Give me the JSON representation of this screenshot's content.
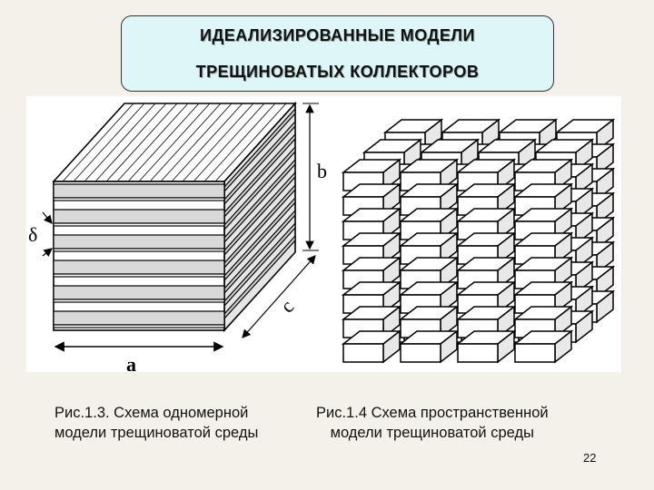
{
  "slide": {
    "title_line1": "ИДЕАЛИЗИРОВАННЫЕ МОДЕЛИ",
    "title_line2": "ТРЕЩИНОВАТЫХ КОЛЛЕКТОРОВ",
    "page_number": "22"
  },
  "figure_labels": {
    "delta": "δ",
    "a": "a",
    "b": "b",
    "c": "c"
  },
  "captions": {
    "left_line1": "Рис.1.3. Схема одномерной",
    "left_line2": "модели трещиноватой среды",
    "right_line1": "Рис.1.4 Схема пространственной",
    "right_line2": "модели трещиноватой среды"
  }
}
